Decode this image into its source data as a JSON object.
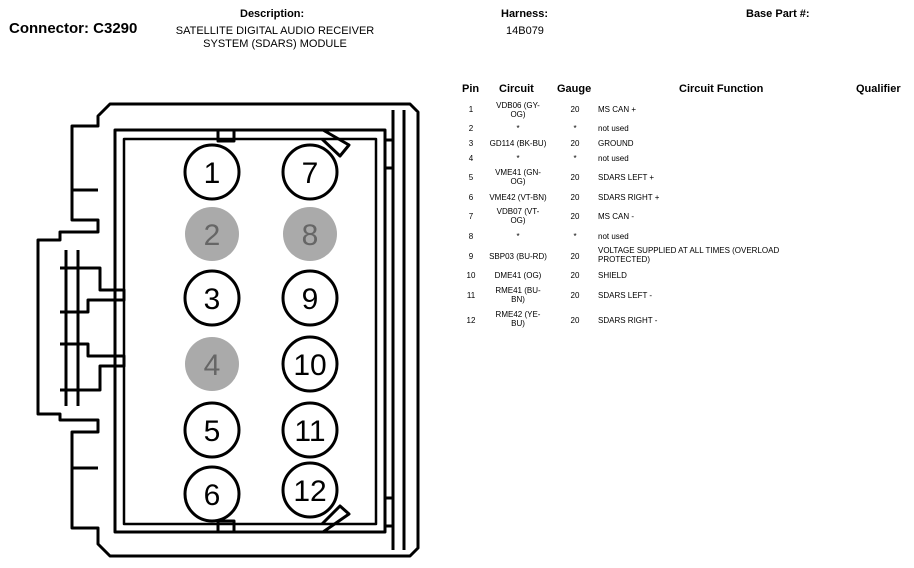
{
  "header": {
    "connector": "Connector: C3290",
    "description_label": "Description:",
    "description_line1": "SATELLITE DIGITAL AUDIO RECEIVER",
    "description_line2": "SYSTEM (SDARS) MODULE",
    "harness_label": "Harness:",
    "harness_value": "14B079",
    "base_part_label": "Base Part #:"
  },
  "table": {
    "columns": {
      "pin": "Pin",
      "circuit": "Circuit",
      "gauge": "Gauge",
      "function": "Circuit Function",
      "qualifier": "Qualifier"
    },
    "rows": [
      {
        "pin": "1",
        "circuit_l1": "VDB06 (GY-",
        "circuit_l2": "OG)",
        "gauge": "20",
        "function_l1": "MS CAN +",
        "function_l2": ""
      },
      {
        "pin": "2",
        "circuit_l1": "*",
        "circuit_l2": "",
        "gauge": "*",
        "function_l1": "not used",
        "function_l2": ""
      },
      {
        "pin": "3",
        "circuit_l1": "GD114 (BK-BU)",
        "circuit_l2": "",
        "gauge": "20",
        "function_l1": "GROUND",
        "function_l2": ""
      },
      {
        "pin": "4",
        "circuit_l1": "*",
        "circuit_l2": "",
        "gauge": "*",
        "function_l1": "not used",
        "function_l2": ""
      },
      {
        "pin": "5",
        "circuit_l1": "VME41 (GN-",
        "circuit_l2": "OG)",
        "gauge": "20",
        "function_l1": "SDARS LEFT +",
        "function_l2": ""
      },
      {
        "pin": "6",
        "circuit_l1": "VME42 (VT-BN)",
        "circuit_l2": "",
        "gauge": "20",
        "function_l1": "SDARS RIGHT +",
        "function_l2": ""
      },
      {
        "pin": "7",
        "circuit_l1": "VDB07 (VT-",
        "circuit_l2": "OG)",
        "gauge": "20",
        "function_l1": "MS CAN -",
        "function_l2": ""
      },
      {
        "pin": "8",
        "circuit_l1": "*",
        "circuit_l2": "",
        "gauge": "*",
        "function_l1": "not used",
        "function_l2": ""
      },
      {
        "pin": "9",
        "circuit_l1": "SBP03 (BU-RD)",
        "circuit_l2": "",
        "gauge": "20",
        "function_l1": "VOLTAGE SUPPLIED AT ALL TIMES (OVERLOAD",
        "function_l2": "PROTECTED)"
      },
      {
        "pin": "10",
        "circuit_l1": "DME41 (OG)",
        "circuit_l2": "",
        "gauge": "20",
        "function_l1": "SHIELD",
        "function_l2": ""
      },
      {
        "pin": "11",
        "circuit_l1": "RME41 (BU-",
        "circuit_l2": "BN)",
        "gauge": "20",
        "function_l1": "SDARS LEFT -",
        "function_l2": ""
      },
      {
        "pin": "12",
        "circuit_l1": "RME42 (YE-",
        "circuit_l2": "BU)",
        "gauge": "20",
        "function_l1": "SDARS RIGHT -",
        "function_l2": ""
      }
    ]
  },
  "connector_face": {
    "pins": [
      {
        "label": "1",
        "used": true
      },
      {
        "label": "2",
        "used": false
      },
      {
        "label": "3",
        "used": true
      },
      {
        "label": "4",
        "used": false
      },
      {
        "label": "5",
        "used": true
      },
      {
        "label": "6",
        "used": true
      },
      {
        "label": "7",
        "used": true
      },
      {
        "label": "8",
        "used": false
      },
      {
        "label": "9",
        "used": true
      },
      {
        "label": "10",
        "used": true
      },
      {
        "label": "11",
        "used": true
      },
      {
        "label": "12",
        "used": true
      }
    ],
    "used_fill": "#ffffff",
    "unused_fill": "#aaaaaa",
    "unused_text_color": "#666666"
  }
}
